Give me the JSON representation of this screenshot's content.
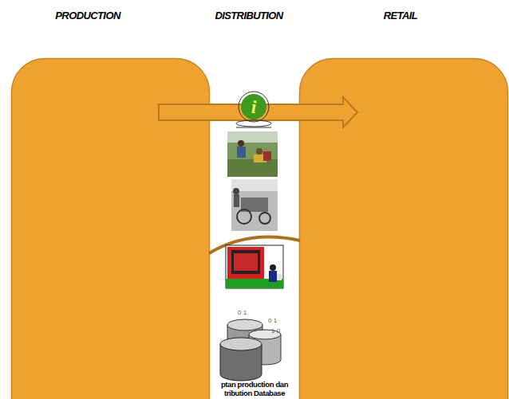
{
  "diagram": {
    "labels": [
      "PRODUCTION",
      "DISTRIBUTION",
      "RETAIL",
      "i",
      "ptan production dan tribution Database"
    ]
  }
}
